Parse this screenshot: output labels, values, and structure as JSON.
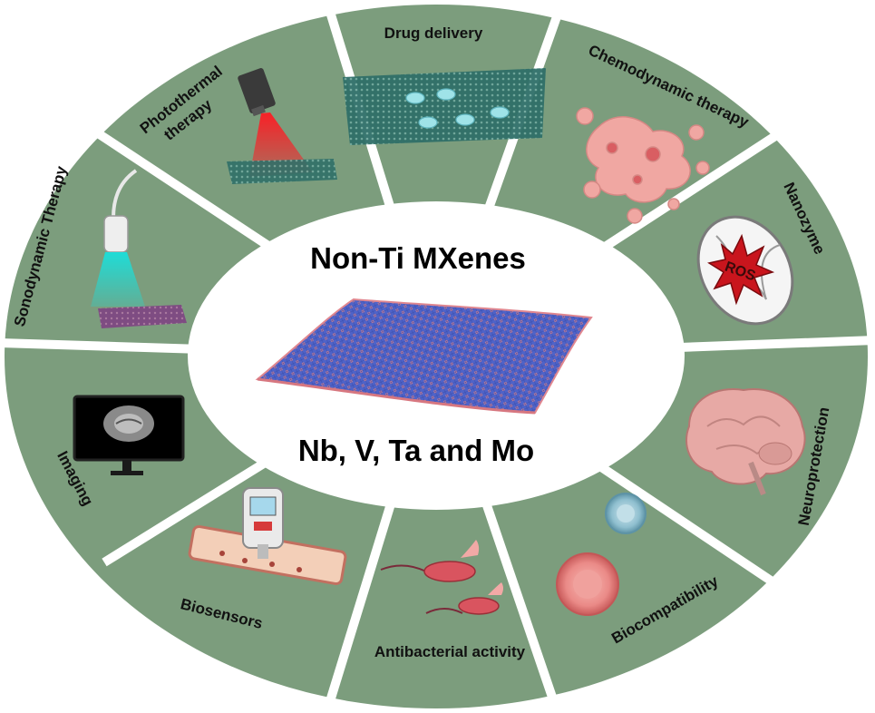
{
  "center": {
    "title": "Non-Ti MXenes",
    "subtitle": "Nb, V, Ta and Mo"
  },
  "colors": {
    "segment": "#7c9d7d",
    "divider": "#ffffff",
    "ellipse": "#ffffff",
    "sheet_blue": "#4f63c8",
    "sheet_pink": "#e08790",
    "laser": "#e0141f",
    "ultrasound": "#27d8d4",
    "cell_pink": "#f2a7a4"
  },
  "segments": [
    {
      "id": "drug-delivery",
      "label": "Drug delivery",
      "icon": "mxene-sheet-with-drug-droplets-icon"
    },
    {
      "id": "chemodynamic-therapy",
      "label": "Chemodynamic therapy",
      "icon": "tumor-cell-cluster-icon"
    },
    {
      "id": "nanozyme",
      "label": "Nanozyme",
      "icon": "mitochondrion-ros-icon",
      "icon_text": "ROS"
    },
    {
      "id": "neuroprotection",
      "label": "Neuroprotection",
      "icon": "brain-icon"
    },
    {
      "id": "biocompatibility",
      "label": "Biocompatibility",
      "icon": "blood-cells-icon"
    },
    {
      "id": "antibacterial-activity",
      "label": "Antibacterial activity",
      "icon": "bacteria-icon"
    },
    {
      "id": "biosensors",
      "label": "Biosensors",
      "icon": "glucose-meter-blood-vessel-icon"
    },
    {
      "id": "imaging",
      "label": "Imaging",
      "icon": "monitor-brain-scan-icon"
    },
    {
      "id": "sonodynamic-therapy",
      "label": "Sonodynamic Therapy",
      "icon": "ultrasound-probe-icon"
    },
    {
      "id": "photothermal-therapy",
      "label": "Photothermal therapy",
      "label_lines": [
        "Photothermal",
        "therapy"
      ],
      "icon": "laser-on-sheet-icon"
    }
  ]
}
